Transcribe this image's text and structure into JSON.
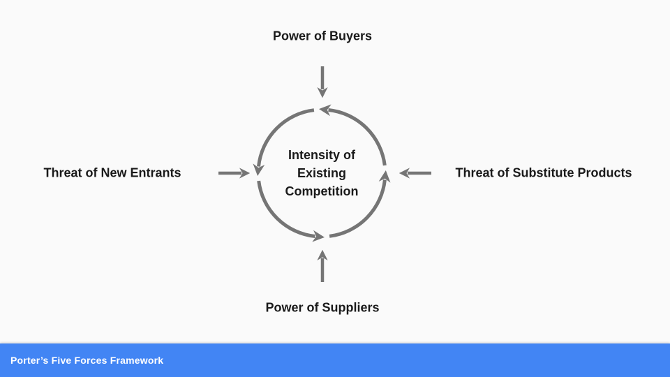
{
  "slide": {
    "forces": {
      "top": "Power of Buyers",
      "left": "Threat of New Entrants",
      "right": "Threat of Substitute Products",
      "bottom": "Power of Suppliers"
    },
    "center": {
      "lines": [
        "Intensity of",
        "Existing",
        "Competition"
      ]
    },
    "footer": {
      "title": "Porter’s Five Forces Framework"
    }
  },
  "colors": {
    "bg": "#fafafa",
    "stroke": "#757575",
    "text": "#1a1a1a",
    "footer_bg": "#4285f4",
    "footer_text": "#ffffff"
  }
}
